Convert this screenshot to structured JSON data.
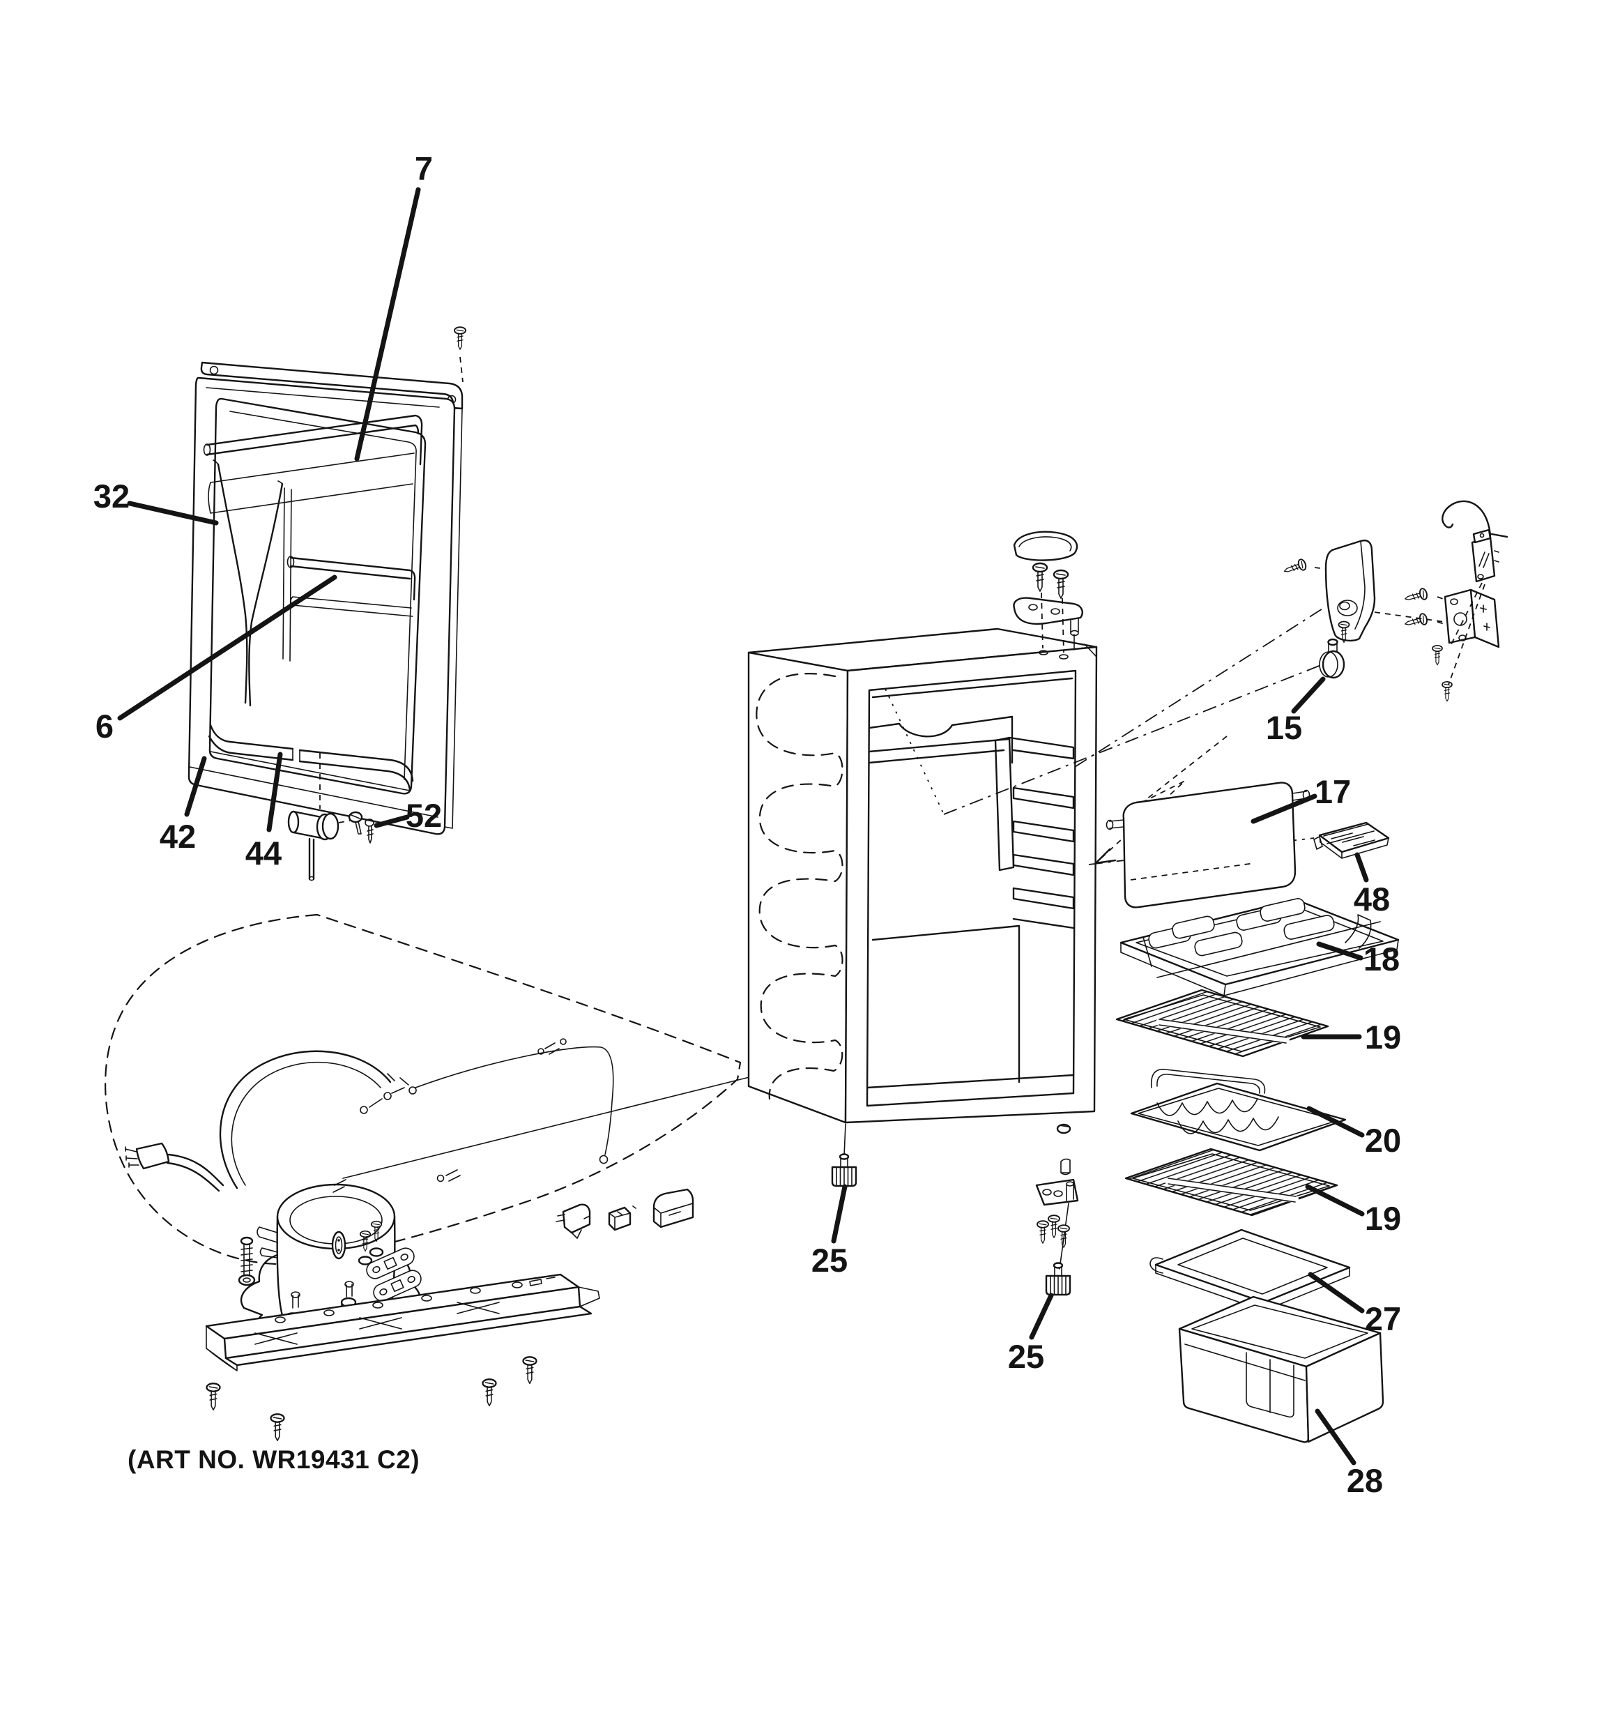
{
  "diagram": {
    "art_no": "(ART NO. WR19431 C2)",
    "callouts": [
      {
        "part": "door-shelf-rail-top",
        "label": "7"
      },
      {
        "part": "door-liner-retainer-wires",
        "label": "32"
      },
      {
        "part": "door-shelf-rail-middle",
        "label": "6"
      },
      {
        "part": "door-bin-left",
        "label": "42"
      },
      {
        "part": "door-bin-right",
        "label": "44"
      },
      {
        "part": "door-hinge-bearing",
        "label": "52"
      },
      {
        "part": "thermostat-knob",
        "label": "15"
      },
      {
        "part": "evaporator-back-panel",
        "label": "17"
      },
      {
        "part": "ice-cube-tray",
        "label": "48"
      },
      {
        "part": "chiller-tray",
        "label": "18"
      },
      {
        "part": "wire-shelf-upper",
        "label": "19"
      },
      {
        "part": "wine-rack-shelf",
        "label": "20"
      },
      {
        "part": "wire-shelf-lower",
        "label": "19"
      },
      {
        "part": "drawer-frame",
        "label": "27"
      },
      {
        "part": "vegetable-drawer",
        "label": "28"
      },
      {
        "part": "leveling-foot-front",
        "label": "25"
      },
      {
        "part": "leveling-foot-rear",
        "label": "25"
      }
    ]
  }
}
